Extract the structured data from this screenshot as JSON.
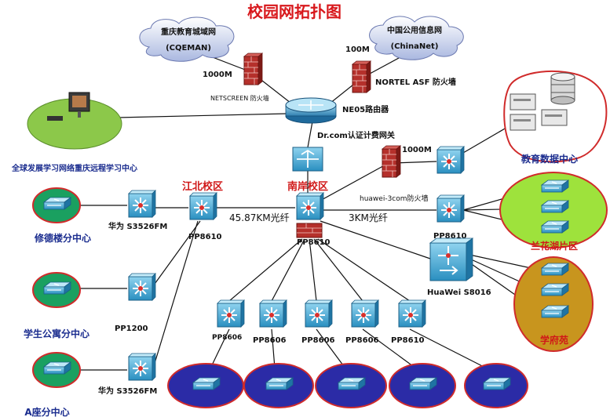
{
  "title": "校园网拓扑图",
  "clouds": {
    "cqeman_name": "重庆教育城域网",
    "cqeman_code": "(CQEMAN)",
    "chinanet_name": "中国公用信息网",
    "chinanet_code": "(ChinaNet)"
  },
  "links": {
    "bw_1000m_left": "1000M",
    "bw_100m": "100M",
    "bw_1000m_right": "1000M",
    "fiber_45": "45.87KM光纤",
    "fiber_3": "3KM光纤"
  },
  "devices": {
    "netscreen_fw": "NETSCREEN 防火墙",
    "nortel_fw": "NORTEL ASF 防火墙",
    "ne05_router": "NE05路由器",
    "drcom_gateway": "Dr.com认证计费网关",
    "huawei_3com_fw": "huawei-3com防火墙",
    "pp8610_jiangbei": "PP8610",
    "pp8610_nanan": "PP8610",
    "pp8610_right": "PP8610",
    "pp8610_bottom": "PP8610",
    "pp8606_1": "PP8606",
    "pp8606_2": "PP8606",
    "pp8606_3": "PP8606",
    "pp8606_4": "PP8606",
    "pp1200": "PP1200",
    "huawei_s3526_top": "华为 S3526FM",
    "huawei_s3526_bottom": "华为 S3526FM",
    "huawei_s8016": "HuaWei S8016"
  },
  "areas": {
    "remote_learning": "全球发展学习网络重庆远程学习中心",
    "edu_data_center": "教育数据中心",
    "jiangbei": "江北校区",
    "nanan": "南岸校区",
    "lanhua_lake": "兰花湖片区",
    "xuefu": "学府苑",
    "xiudelou": "修德楼分中心",
    "dorm": "学生公寓分中心",
    "a_building": "A座分中心"
  }
}
